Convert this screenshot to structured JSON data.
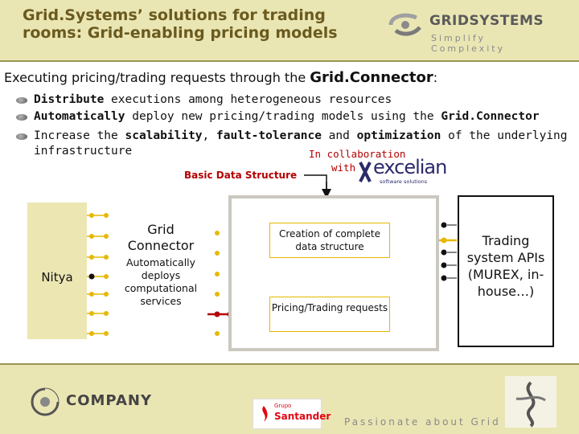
{
  "header": {
    "title": "Grid.Systems’ solutions for trading rooms: Grid-enabling pricing models",
    "logo_word": "GRIDSYSTEMS",
    "logo_tagline": "Simplify Complexity"
  },
  "intro": {
    "prefix": "Executing pricing/trading requests through the ",
    "emphasis": "Grid.Connector",
    "suffix": ":"
  },
  "bullets": [
    {
      "bold": "Distribute",
      "rest": " executions among heterogeneous resources"
    },
    {
      "bold": "Automatically",
      "rest": " deploy new pricing/trading models using the ",
      "bold2": "Grid.Connector"
    },
    {
      "pre": "Increase the ",
      "bold": "scalability",
      "mid": ", ",
      "bold2": "fault-tolerance",
      "mid2": " and ",
      "bold3": "optimization",
      "rest": " of the underlying"
    },
    {
      "rest": "infrastructure"
    }
  ],
  "collaboration": {
    "line1": "In collaboration",
    "line2": "with",
    "partner": "excelian",
    "partner_tag": "software solutions"
  },
  "diagram": {
    "basic_data_structure": "Basic Data Structure",
    "nitya": "Nitya",
    "grid_connector": "Grid Connector",
    "auto_deploy": "Automatically deploys computational services",
    "creation": "Creation of complete data structure",
    "pricing": "Pricing/Trading requests",
    "trading": "Trading system APIs (MUREX, in-house…)"
  },
  "footer": {
    "company": "COMPANY",
    "santander_top": "Grupo",
    "santander": "Santander",
    "tagline": "Passionate about Grid"
  },
  "colors": {
    "header_bg": "#eae6b4",
    "title_color": "#6a5a1e",
    "accent_yellow": "#e6b800",
    "accent_red": "#b40000"
  }
}
